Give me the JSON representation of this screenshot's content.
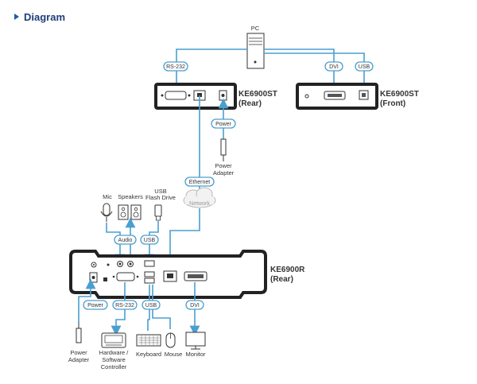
{
  "heading": "Diagram",
  "colors": {
    "line": "#4a9fd1",
    "heading": "#1d3f7a",
    "device": "#222222"
  },
  "pc": {
    "label": "PC"
  },
  "transmitter_rear": {
    "name_line1": "KE6900ST",
    "name_line2": "(Rear)"
  },
  "transmitter_front": {
    "name_line1": "KE6900ST",
    "name_line2": "(Front)"
  },
  "receiver_rear": {
    "name_line1": "KE6900R",
    "name_line2": "(Rear)"
  },
  "cables": {
    "rs232_top": "RS-232",
    "dvi_top": "DVI",
    "usb_top": "USB",
    "power_top": "Power",
    "ethernet": "Ethernet",
    "network": "Network",
    "audio": "Audio",
    "usb_flash": "USB",
    "power_bottom": "Power",
    "rs232_bottom": "RS-232",
    "usb_bottom": "USB",
    "dvi_bottom": "DVI"
  },
  "peripherals": {
    "power_adapter_top_1": "Power",
    "power_adapter_top_2": "Adapter",
    "mic": "Mic",
    "speakers": "Speakers",
    "usb_flash_1": "USB",
    "usb_flash_2": "Flash Drive",
    "power_adapter_bottom_1": "Power",
    "power_adapter_bottom_2": "Adapter",
    "controller_1": "Hardware /",
    "controller_2": "Software",
    "controller_3": "Controller",
    "keyboard": "Keyboard",
    "mouse": "Mouse",
    "monitor": "Monitor"
  }
}
